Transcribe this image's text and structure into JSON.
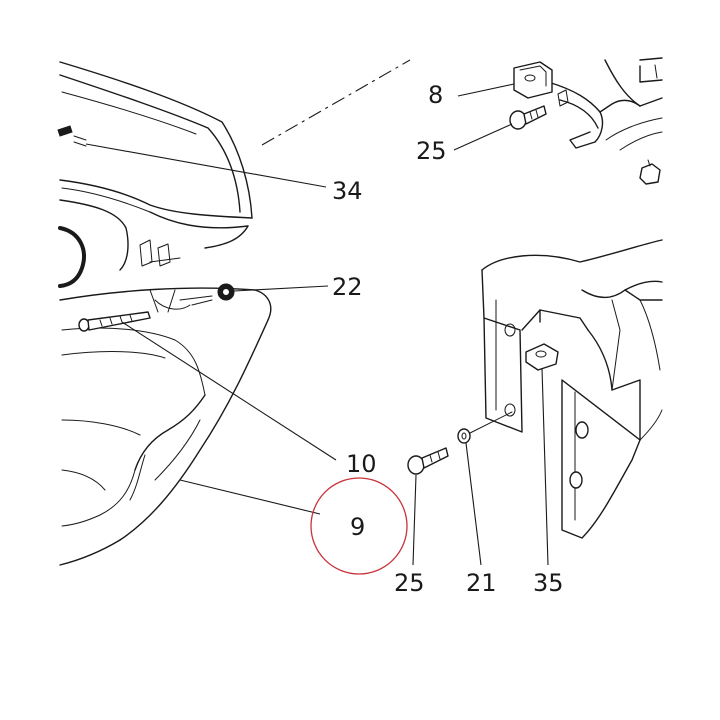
{
  "callouts": {
    "c8": "8",
    "c25_top": "25",
    "c34": "34",
    "c22": "22",
    "c10": "10",
    "c9": "9",
    "c25_bottom": "25",
    "c21": "21",
    "c35": "35"
  },
  "colors": {
    "line": "#1a1a1a",
    "highlight_ring": "#c8323a",
    "background": "#ffffff"
  },
  "highlighted_callout": "9"
}
